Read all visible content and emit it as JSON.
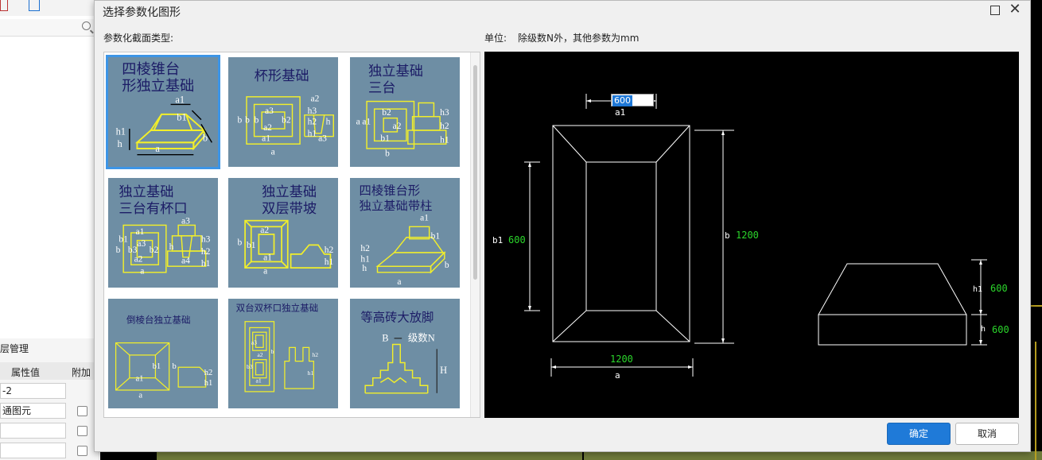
{
  "background": {
    "panel_title": "层管理",
    "col_value": "属性值",
    "col_extra": "附加",
    "rows": [
      "-2",
      "通图元",
      "",
      ""
    ]
  },
  "dialog": {
    "title": "选择参数化图形",
    "section_label": "参数化截面类型:",
    "unit_label": "单位:",
    "unit_note": "除级数N外，其他参数为mm",
    "ok_label": "确定",
    "cancel_label": "取消"
  },
  "shapes": [
    {
      "caption_lines": [
        "四棱锥台",
        "形独立基础"
      ],
      "selected": true
    },
    {
      "caption_lines": [
        "杯形基础"
      ],
      "selected": false
    },
    {
      "caption_lines": [
        "独立基础",
        "三台"
      ],
      "selected": false
    },
    {
      "caption_lines": [
        "独立基础",
        "三台有杯口"
      ],
      "selected": false
    },
    {
      "caption_lines": [
        "独立基础",
        "双层带坡"
      ],
      "selected": false
    },
    {
      "caption_lines": [
        "四棱锥台形",
        "独立基础带柱"
      ],
      "selected": false
    },
    {
      "caption_lines": [
        "倒棱台独立基础"
      ],
      "selected": false
    },
    {
      "caption_lines": [
        "双台双杯口独立基础"
      ],
      "selected": false
    },
    {
      "caption_lines": [
        "等高砖大放脚"
      ],
      "selected": false
    }
  ],
  "tile_labels": {
    "t0": [
      "a1",
      "b1",
      "h1",
      "h",
      "a",
      "b"
    ],
    "t8": [
      "B",
      "级数N",
      "H"
    ]
  },
  "preview": {
    "input_value": "600",
    "a1_label": "a1",
    "b1_label": "b1",
    "b1_value": "600",
    "b_label": "b",
    "b_value": "1200",
    "a_value": "1200",
    "a_label": "a",
    "h1_label": "h1",
    "h1_value": "600",
    "h_label": "h",
    "h_value": "600"
  },
  "colors": {
    "accent": "#1f7ad8",
    "tile_bg": "#6e8ea4",
    "tile_line": "#f2ef2a",
    "value_green": "#2bd62b"
  }
}
